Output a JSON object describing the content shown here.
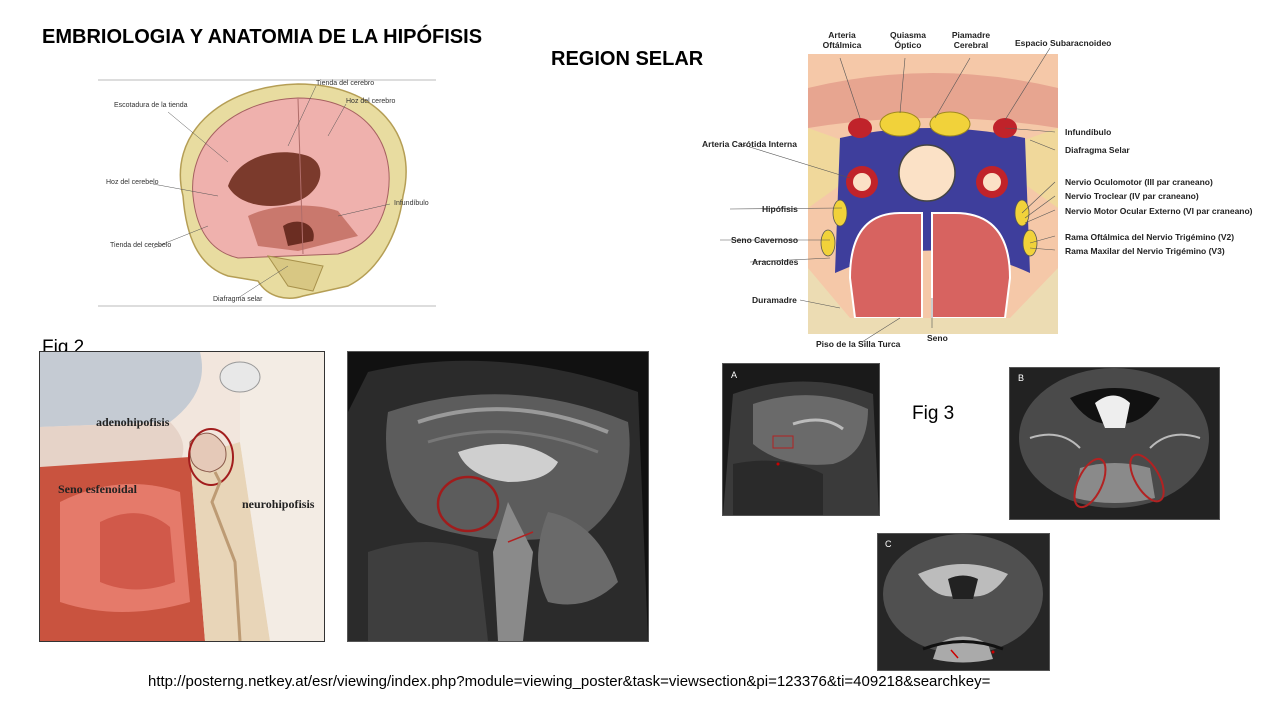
{
  "slide": {
    "title": "EMBRIOLOGIA Y ANATOMIA DE LA HIPÓFISIS",
    "subtitle": "REGION SELAR",
    "fig2_label": "Fig 2",
    "fig3_label": "Fig 3",
    "source_url": "http://posterng.netkey.at/esr/viewing/index.php?module=viewing_poster&task=viewsection&pi=123376&ti=409218&searchkey="
  },
  "skull_figure": {
    "labels": {
      "tienda_cerebro_top": "Tienda del cerebro",
      "escotadura": "Escotadura de la tienda",
      "hoz_cerebro": "Hoz del cerebro",
      "hoz_cerebelo": "Hoz del cerebelo",
      "infundibulo": "Infundíbulo",
      "tienda_cerebelo": "Tienda del cerebelo",
      "diafragma": "Diafragma selar"
    }
  },
  "coronal_figure": {
    "top_labels": {
      "arteria_oftalmica": "Arteria Oftálmica",
      "quiasma": "Quiasma Óptico",
      "piamadre": "Piamadre Cerebral",
      "espacio": "Espacio Subaracnoideo"
    },
    "left_labels": {
      "carotida": "Arteria Carótida Interna",
      "hipofisis": "Hipófisis",
      "seno_cavernoso": "Seno Cavernoso",
      "aracnoides": "Aracnoides",
      "duramadre": "Duramadre"
    },
    "right_labels": {
      "infundibulo": "Infundíbulo",
      "diafragma": "Diafragma Selar",
      "oculomotor": "Nervio Oculomotor (III par craneano)",
      "troclear": "Nervio Troclear (IV par craneano)",
      "motor_ocular": "Nervio Motor Ocular Externo (VI par craneano)",
      "oftalmica": "Rama Oftálmica del Nervio Trigémino (V2)",
      "maxilar": "Rama Maxilar del Nervio Trigémino (V3)"
    },
    "bottom_labels": {
      "piso": "Piso de la Silla Turca",
      "seno": "Seno"
    }
  },
  "sagittal_figure": {
    "labels": {
      "adeno": "adenohipofisis",
      "seno_esfenoidal": "Seno esfenoidal",
      "neuro": "neurohipofisis"
    }
  },
  "mri_panels": {
    "a": "A",
    "b": "B",
    "c": "C"
  }
}
